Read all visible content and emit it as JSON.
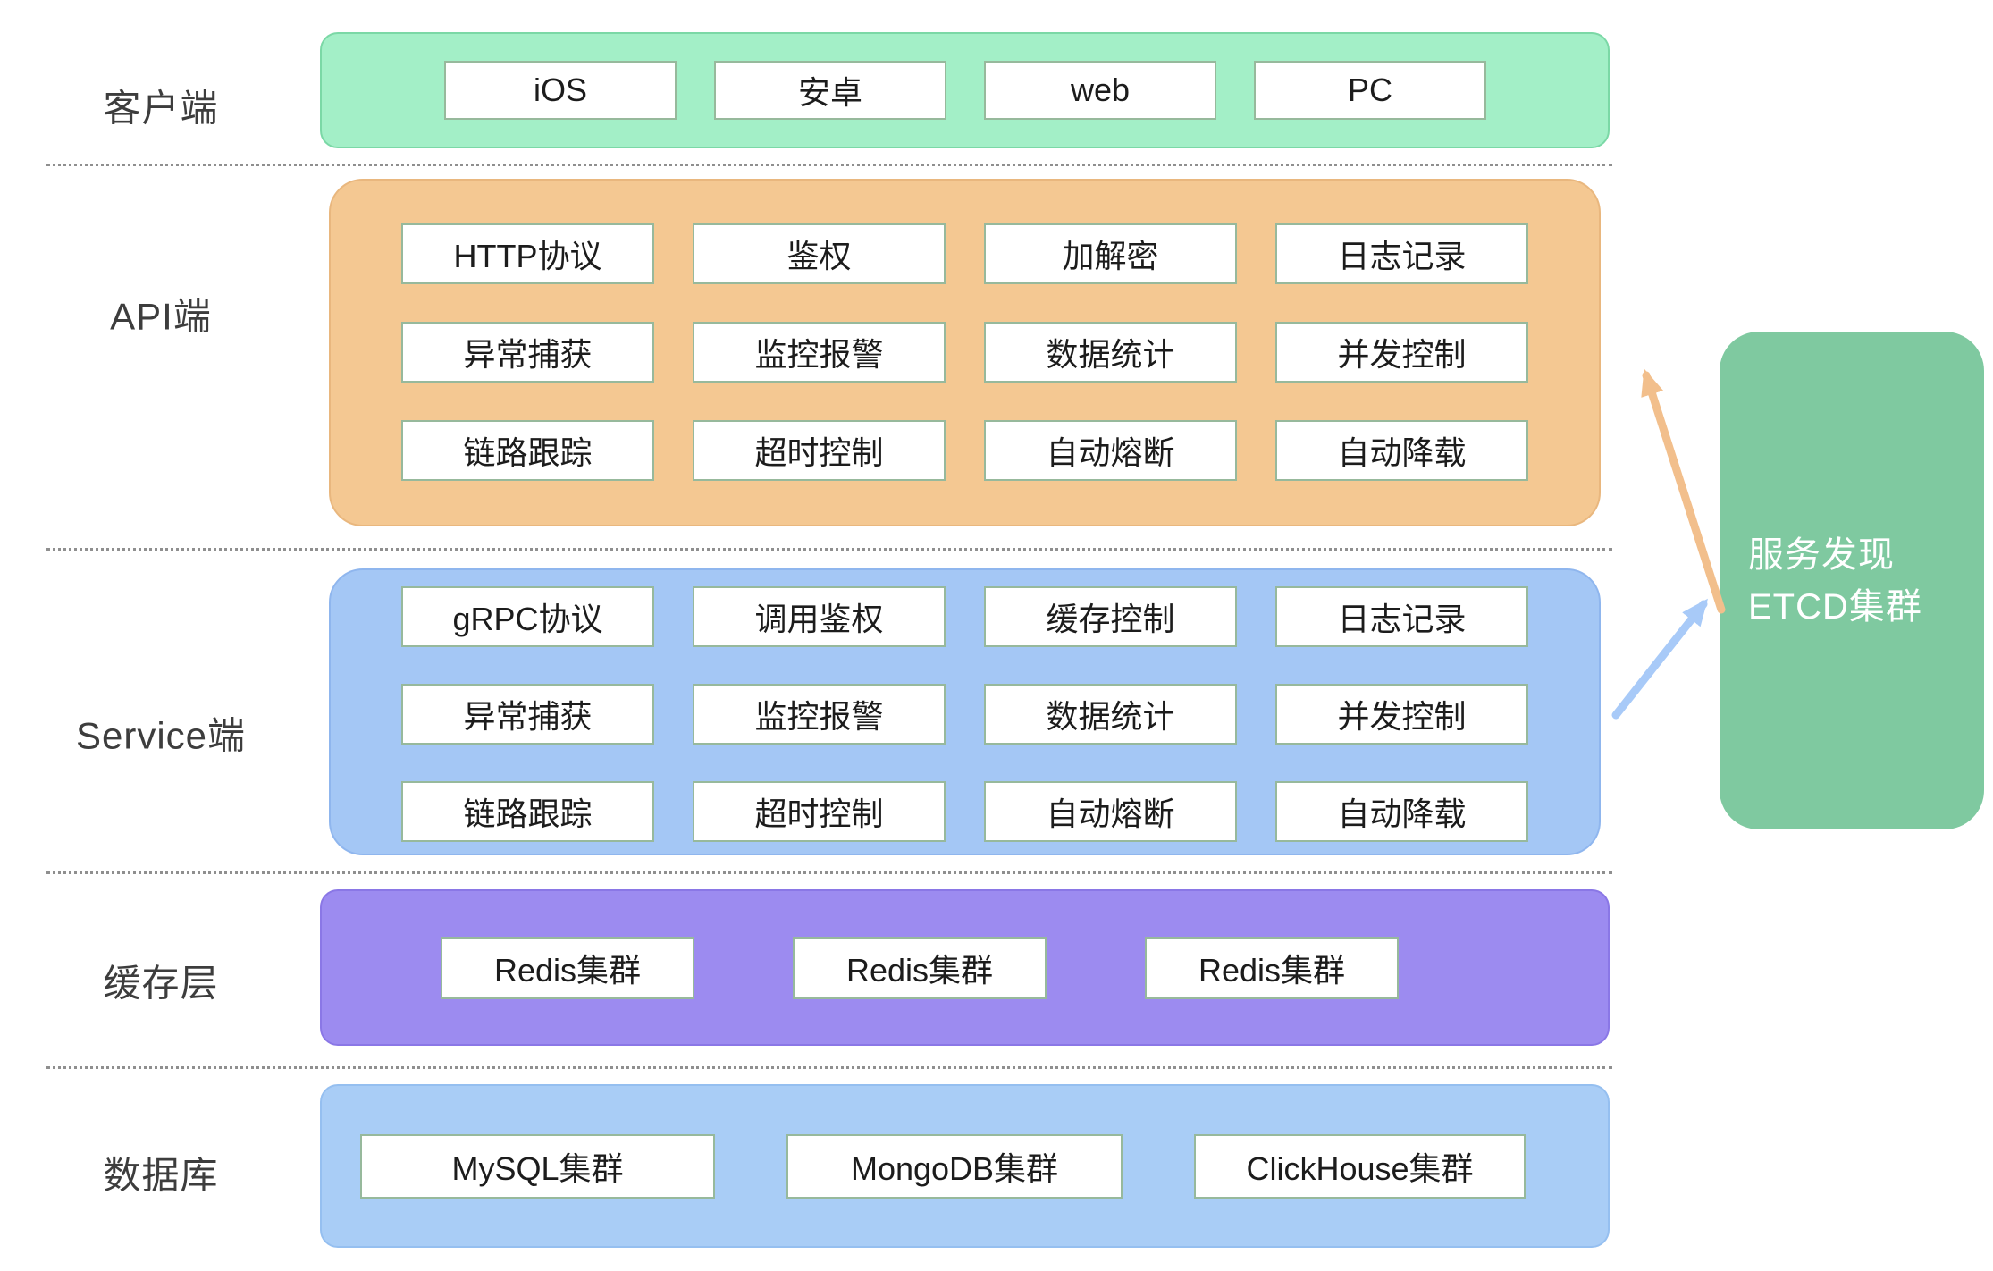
{
  "labels": {
    "client": "客户端",
    "api": "API端",
    "service": "Service端",
    "cache": "缓存层",
    "db": "数据库"
  },
  "client": {
    "items": [
      "iOS",
      "安卓",
      "web",
      "PC"
    ]
  },
  "api": {
    "rows": [
      [
        "HTTP协议",
        "鉴权",
        "加解密",
        "日志记录"
      ],
      [
        "异常捕获",
        "监控报警",
        "数据统计",
        "并发控制"
      ],
      [
        "链路跟踪",
        "超时控制",
        "自动熔断",
        "自动降载"
      ]
    ]
  },
  "service": {
    "rows": [
      [
        "gRPC协议",
        "调用鉴权",
        "缓存控制",
        "日志记录"
      ],
      [
        "异常捕获",
        "监控报警",
        "数据统计",
        "并发控制"
      ],
      [
        "链路跟踪",
        "超时控制",
        "自动熔断",
        "自动降载"
      ]
    ]
  },
  "cache": {
    "items": [
      "Redis集群",
      "Redis集群",
      "Redis集群"
    ]
  },
  "db": {
    "items": [
      "MySQL集群",
      "MongoDB集群",
      "ClickHouse集群"
    ]
  },
  "etcd": {
    "lines": [
      "服务发现",
      "ETCD集群"
    ]
  },
  "colors": {
    "client_bg": "#A3EFC7",
    "client_border": "#7BD8A6",
    "api_bg": "#F4C892",
    "api_border": "#E9B77E",
    "service_bg": "#A4C7F5",
    "service_border": "#8FB6EE",
    "cache_bg": "#9C8BF0",
    "cache_border": "#8A77E6",
    "db_bg": "#A9CDF6",
    "db_border": "#95BFF0",
    "etcd_bg": "#7FC9A0",
    "chip_border": "#97B99C",
    "arrow_orange": "#F2BF8C",
    "arrow_blue": "#A8CAF8"
  }
}
